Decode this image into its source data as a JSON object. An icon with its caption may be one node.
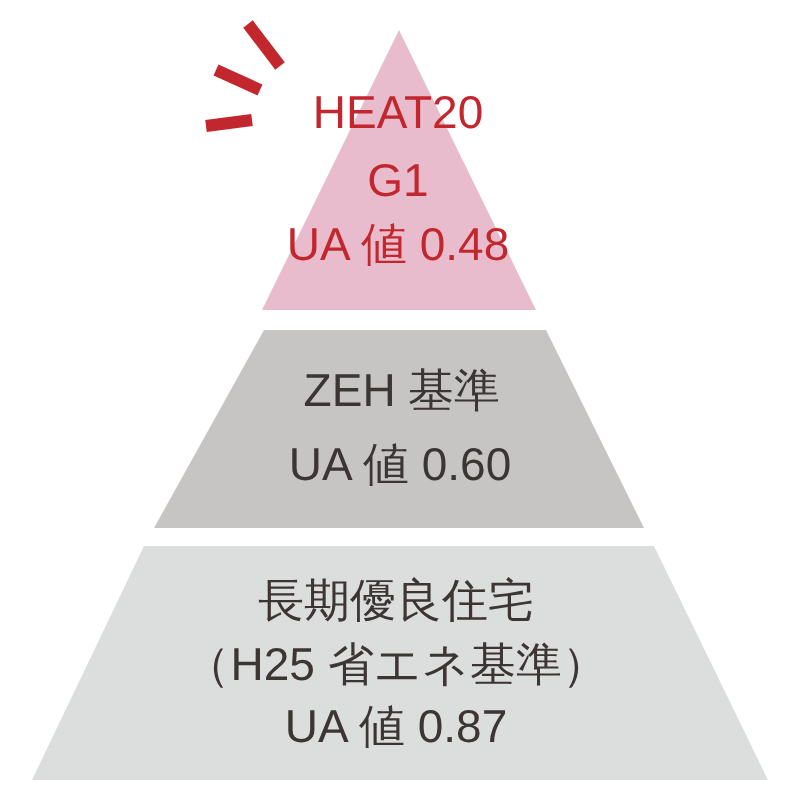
{
  "diagram": {
    "nodes": [
      {
        "text": [
          "HEAT20 G1",
          "UA 値 0.48"
        ]
      },
      {
        "text": [
          "ZEH 基準",
          "UA 値 0.60"
        ]
      },
      {
        "text": [
          "長期優良住宅",
          "（H25 省エネ基準）",
          "UA 値 0.87"
        ]
      }
    ]
  }
}
